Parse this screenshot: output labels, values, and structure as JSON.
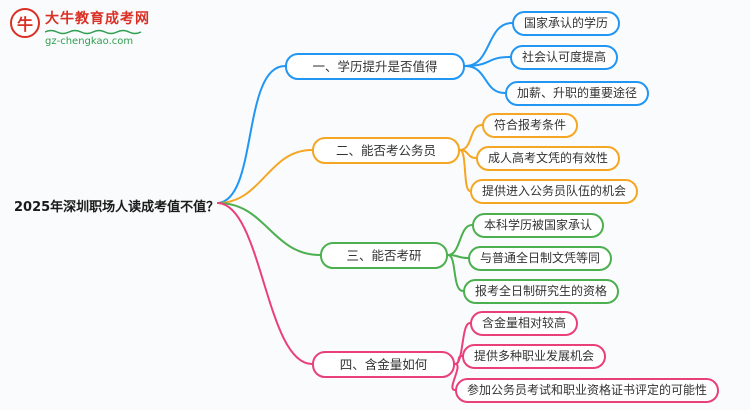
{
  "page": {
    "background": "#fafbfc"
  },
  "logo": {
    "site_name": "大牛教育成考网",
    "site_url": "gz-chengkao.com",
    "brand_color": "#d93025",
    "accent_color": "#2e9e4f"
  },
  "mindmap": {
    "root": "2025年深圳职场人读成考值不值？",
    "branches": [
      {
        "label": "一、学历提升是否值得",
        "color": "#2196f3",
        "children": [
          "国家承认的学历",
          "社会认可度提高",
          "加薪、升职的重要途径"
        ]
      },
      {
        "label": "二、能否考公务员",
        "color": "#f5a623",
        "children": [
          "符合报考条件",
          "成人高考文凭的有效性",
          "提供进入公务员队伍的机会"
        ]
      },
      {
        "label": "三、能否考研",
        "color": "#4caf50",
        "children": [
          "本科学历被国家承认",
          "与普通全日制文凭等同",
          "报考全日制研究生的资格"
        ]
      },
      {
        "label": "四、含金量如何",
        "color": "#e9407a",
        "children": [
          "含金量相对较高",
          "提供多种职业发展机会",
          "参加公务员考试和职业资格证书评定的可能性"
        ]
      }
    ]
  }
}
